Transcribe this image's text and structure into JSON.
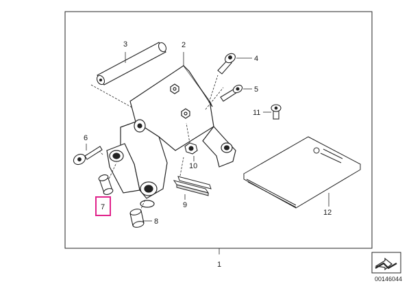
{
  "diagram": {
    "callouts": {
      "p1": "1",
      "p2": "2",
      "p3": "3",
      "p4": "4",
      "p5": "5",
      "p6": "6",
      "p7": "7",
      "p8": "8",
      "p9": "9",
      "p10": "10",
      "p11": "11",
      "p12": "12"
    },
    "highlighted_callout": "7",
    "highlight_color": "#e0218a",
    "catalog_number": "00146044",
    "nav_icon": "arrow-icon"
  }
}
